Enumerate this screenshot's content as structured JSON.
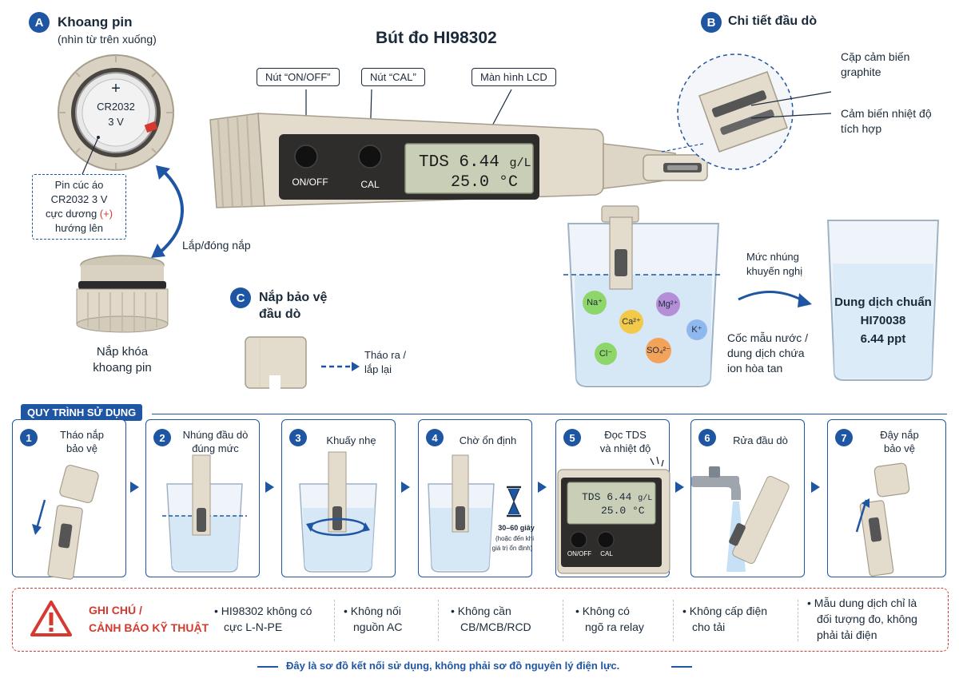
{
  "title": "Bút đo HI98302",
  "section_a": {
    "letter": "A",
    "title": "Khoang pin",
    "subtitle": "(nhìn từ trên xuống)",
    "battery_plus": "+",
    "battery_model": "CR2032",
    "battery_voltage": "3 V",
    "battery_note_1": "Pin cúc áo",
    "battery_note_2": "CR2032 3 V",
    "battery_note_3a": "cực dương",
    "battery_note_3b": "(+)",
    "battery_note_4": "hướng lên",
    "cap_action": "Lắp/đóng nắp",
    "cap_label_1": "Nắp khóa",
    "cap_label_2": "khoang pin"
  },
  "pen": {
    "btn_onoff_callout": "Nút “ON/OFF”",
    "btn_cal_callout": "Nút “CAL”",
    "lcd_callout": "Màn hình LCD",
    "btn_onoff": "ON/OFF",
    "btn_cal": "CAL",
    "lcd_line1_main": "TDS 6.44",
    "lcd_line1_unit": "g/L",
    "lcd_line2": "25.0 °C"
  },
  "section_b": {
    "letter": "B",
    "title": "Chi tiết đầu dò",
    "label_graphite_1": "Cặp cảm biến",
    "label_graphite_2": "graphite",
    "label_temp_1": "Cảm biến nhiệt độ",
    "label_temp_2": "tích hợp"
  },
  "section_c": {
    "letter": "C",
    "title_1": "Nắp bảo vệ",
    "title_2": "đầu dò",
    "action_1": "Tháo ra /",
    "action_2": "lắp lại"
  },
  "beaker": {
    "level_1": "Mức nhúng",
    "level_2": "khuyến nghị",
    "ions": [
      "Na⁺",
      "Mg²⁺",
      "Ca²⁺",
      "K⁺",
      "Cl⁻",
      "SO₄²⁻"
    ],
    "sample_1": "Cốc mẫu nước /",
    "sample_2": "dung dịch chứa",
    "sample_3": "ion hòa tan",
    "std_1": "Dung dịch chuẩn",
    "std_2": "HI70038",
    "std_3": "6.44 ppt"
  },
  "procedure": {
    "header": "QUY TRÌNH SỬ DỤNG",
    "steps": [
      {
        "num": "1",
        "title_1": "Tháo nắp",
        "title_2": "bảo vệ"
      },
      {
        "num": "2",
        "title_1": "Nhúng đầu dò",
        "title_2": "đúng mức"
      },
      {
        "num": "3",
        "title_1": "Khuấy nhẹ",
        "title_2": ""
      },
      {
        "num": "4",
        "title_1": "Chờ ổn định",
        "title_2": ""
      },
      {
        "num": "5",
        "title_1": "Đọc TDS",
        "title_2": "và nhiệt độ"
      },
      {
        "num": "6",
        "title_1": "Rửa đầu dò",
        "title_2": ""
      },
      {
        "num": "7",
        "title_1": "Đậy nắp",
        "title_2": "bảo vệ"
      }
    ],
    "wait_1": "30–60 giây",
    "wait_2": "(hoặc đến khi",
    "wait_3": "giá trị ổn định)",
    "lcd_line1": "TDS 6.44",
    "lcd_unit": "g/L",
    "lcd_line2": "25.0 °C",
    "btn_onoff": "ON/OFF",
    "btn_cal": "CAL"
  },
  "notes": {
    "title_1": "GHI CHÚ /",
    "title_2": "CẢNH BÁO KỸ THUẬT",
    "items": [
      {
        "l1": "• HI98302 không có",
        "l2": "cực L-N-PE",
        "l3": ""
      },
      {
        "l1": "• Không nối",
        "l2": "nguồn AC",
        "l3": ""
      },
      {
        "l1": "• Không cần",
        "l2": "CB/MCB/RCD",
        "l3": ""
      },
      {
        "l1": "• Không có",
        "l2": "ngõ ra relay",
        "l3": ""
      },
      {
        "l1": "• Không cấp điện",
        "l2": "cho tải",
        "l3": ""
      },
      {
        "l1": "• Mẫu dung dịch chỉ là",
        "l2": "đối tượng đo, không",
        "l3": "phải tải điện"
      }
    ]
  },
  "footer": "Đây là sơ đồ kết nối sử dụng, không phải sơ đồ nguyên lý điện lực.",
  "colors": {
    "accent": "#1f56a3",
    "warning": "#d43a2f",
    "body": "#e3dccd",
    "lcd": "#c9ceb6"
  }
}
